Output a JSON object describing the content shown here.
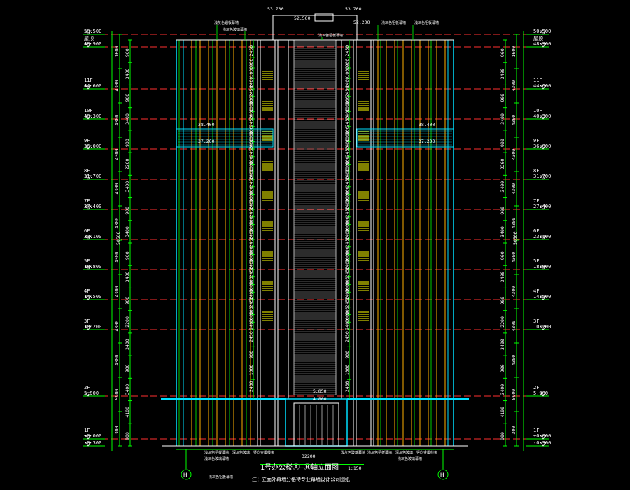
{
  "levels": [
    {
      "name": "",
      "elev": "50.500"
    },
    {
      "name": "屋顶",
      "elev": "48.900"
    },
    {
      "name": "11F",
      "elev": "44.600"
    },
    {
      "name": "10F",
      "elev": "40.300"
    },
    {
      "name": "9F",
      "elev": "36.000"
    },
    {
      "name": "8F",
      "elev": "31.700"
    },
    {
      "name": "7F",
      "elev": "27.400"
    },
    {
      "name": "6F",
      "elev": "23.100"
    },
    {
      "name": "5F",
      "elev": "18.800"
    },
    {
      "name": "4F",
      "elev": "14.500"
    },
    {
      "name": "3F",
      "elev": "10.200"
    },
    {
      "name": "2F",
      "elev": "5.900"
    },
    {
      "name": "1F",
      "elev": "±0.000"
    },
    {
      "name": "",
      "elev": "-0.300"
    }
  ],
  "floor_dims": [
    "1600",
    "4300",
    "4300",
    "4300",
    "4300",
    "4300",
    "4300",
    "4300",
    "4300",
    "4300",
    "5900",
    "300"
  ],
  "inner_dims": [
    "900",
    "3400",
    "900",
    "3400",
    "900",
    "2200",
    "3400",
    "900",
    "3400",
    "900",
    "3400",
    "900",
    "2200",
    "3400",
    "900",
    "3400",
    "4100",
    "900"
  ],
  "total_height": "50500",
  "top_marks": {
    "left": "53.700",
    "right": "53.700",
    "mid": "52.500",
    "mid_right": "52.200"
  },
  "canopy_marks": {
    "left_top": "38.400",
    "left_bottom": "37.200",
    "right_top": "38.400",
    "right_bottom": "37.200"
  },
  "entrance_marks": {
    "top": "5.850",
    "bottom": "4.800"
  },
  "core_dims": [
    "2450",
    "900",
    "1000",
    "2400"
  ],
  "width_dim": "32200",
  "axis_left": "H",
  "axis_right": "H",
  "title": "1号办公楼Ⓐ—Ⓗ轴立面图",
  "scale": "1:150",
  "footnote": "注：立面外幕墙分格待专业幕墙设计公司图纸",
  "notes": {
    "top_left_1": "浅灰色铝板幕墙",
    "top_left_2": "浅灰色玻璃幕墙",
    "top_right_1": "浅灰色铝板幕墙",
    "top_right_2": "浅灰色铝板幕墙",
    "top_right_3": "浅灰色铝板幕墙",
    "bottom_left_1": "浅灰色铝板幕墙，深灰色玻璃，竖向金属线条",
    "bottom_left_2": "浅灰色玻璃幕墙",
    "bottom_mid": "浅灰色玻璃幕墙",
    "bottom_right_1": "浅灰色铝板幕墙，深灰色玻璃，竖向金属线条",
    "bottom_right_2": "浅灰色玻璃幕墙",
    "bottom_sub": "浅灰色铝板幕墙"
  },
  "colors": {
    "bg": "#000000",
    "green": "#00ff00",
    "orange": "#ffb000",
    "red": "#ff3030",
    "yellow": "#ffff00",
    "cyan": "#00e0ff",
    "white": "#ffffff",
    "gray": "#b0b0b0",
    "magenta": "#ff40ff"
  }
}
